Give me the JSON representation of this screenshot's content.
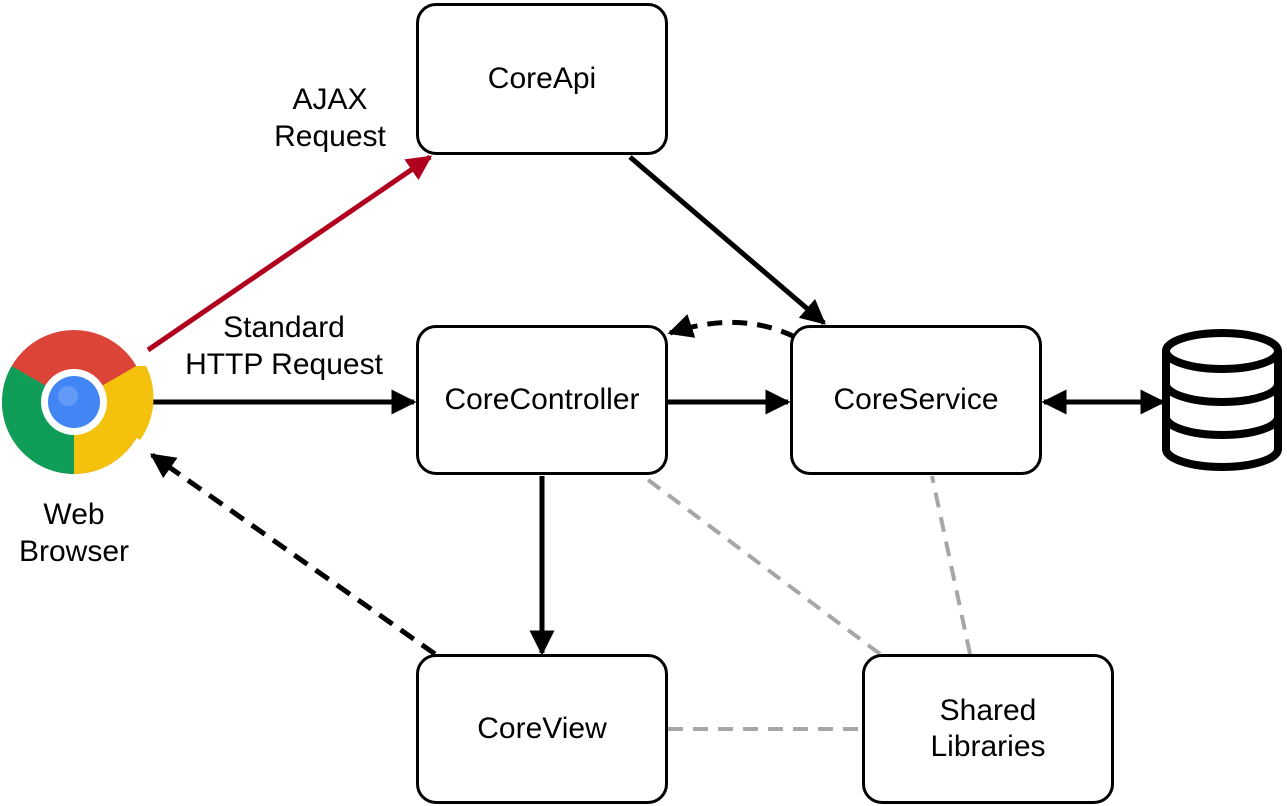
{
  "nodes": {
    "core_api": "CoreApi",
    "core_controller": "CoreController",
    "core_service": "CoreService",
    "core_view": "CoreView",
    "shared_libraries": "Shared\nLibraries"
  },
  "browser": {
    "label": "Web\nBrowser",
    "icon": "chrome-browser-icon"
  },
  "database": {
    "icon": "database-icon"
  },
  "edges": {
    "ajax_request": "AJAX\nRequest",
    "standard_http_request": "Standard\nHTTP Request"
  },
  "colors": {
    "ajax_arrow": "#b0001e",
    "solid_arrow": "#000000",
    "shared_dependency": "#a6a6a6",
    "chrome_red": "#db4437",
    "chrome_yellow": "#f4c20d",
    "chrome_green": "#0f9d58",
    "chrome_blue": "#4285f4"
  }
}
